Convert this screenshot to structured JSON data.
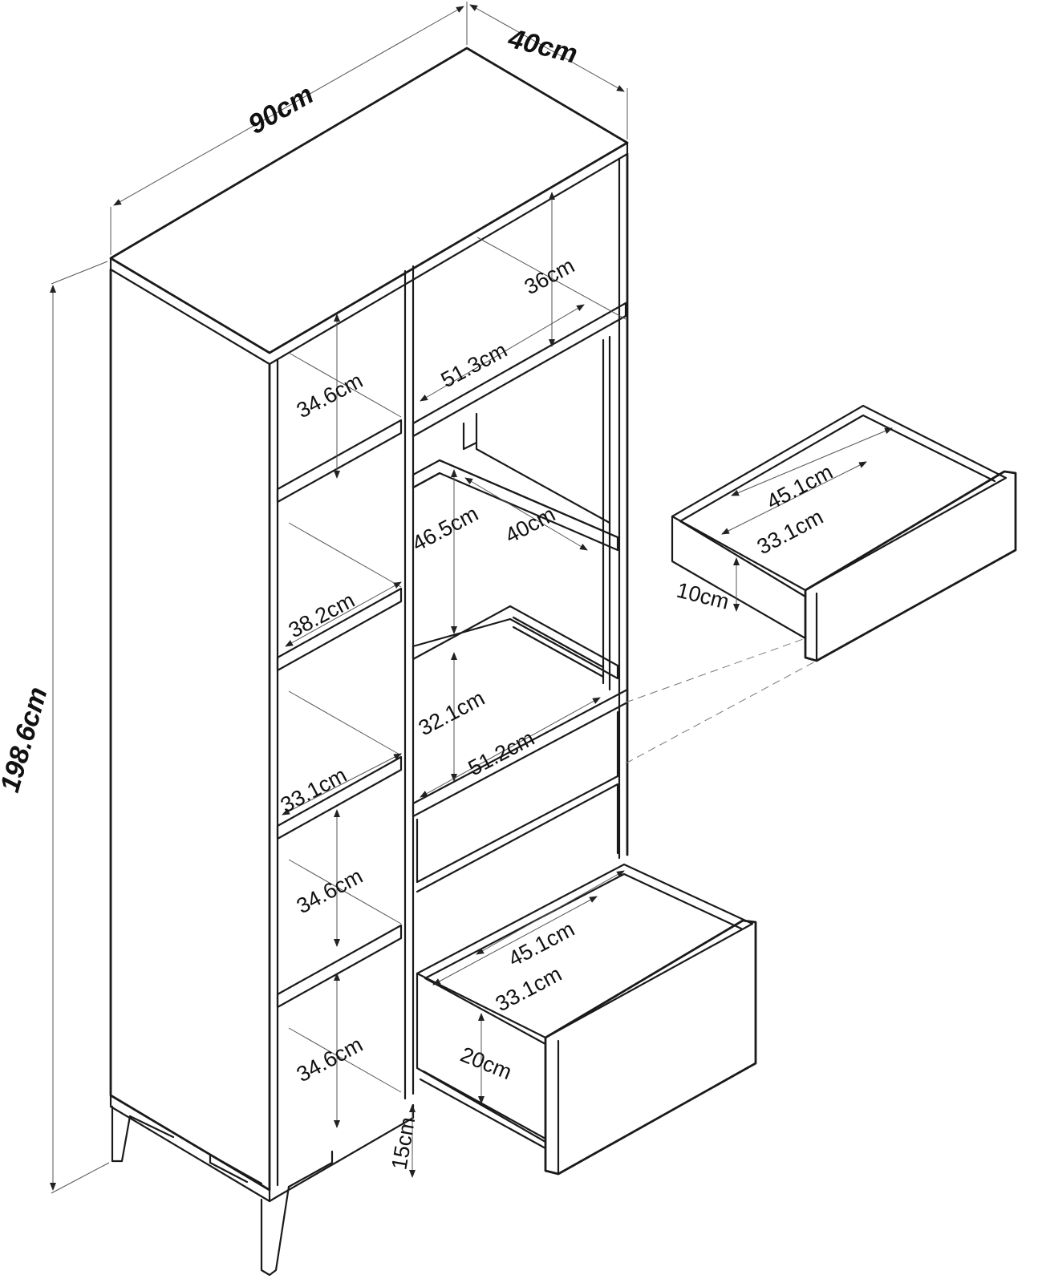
{
  "overall": {
    "width": "90cm",
    "depth": "40cm",
    "height": "198.6cm"
  },
  "left_column": {
    "shelf_1_height": "34.6cm",
    "shelf_2_height": "38.2cm",
    "shelf_3_depth": "33.1cm",
    "shelf_4_height": "34.6cm",
    "shelf_5_height": "34.6cm"
  },
  "right_column": {
    "top_height": "36cm",
    "top_width": "51.3cm",
    "middle_height": "46.5cm",
    "middle_depth": "40cm",
    "lower_height": "32.1cm",
    "lower_width": "51.2cm"
  },
  "legs": {
    "height": "15cm"
  },
  "small_drawer": {
    "width": "45.1cm",
    "depth": "33.1cm",
    "height": "10cm"
  },
  "large_drawer": {
    "width": "45.1cm",
    "depth": "33.1cm",
    "height": "20cm"
  }
}
